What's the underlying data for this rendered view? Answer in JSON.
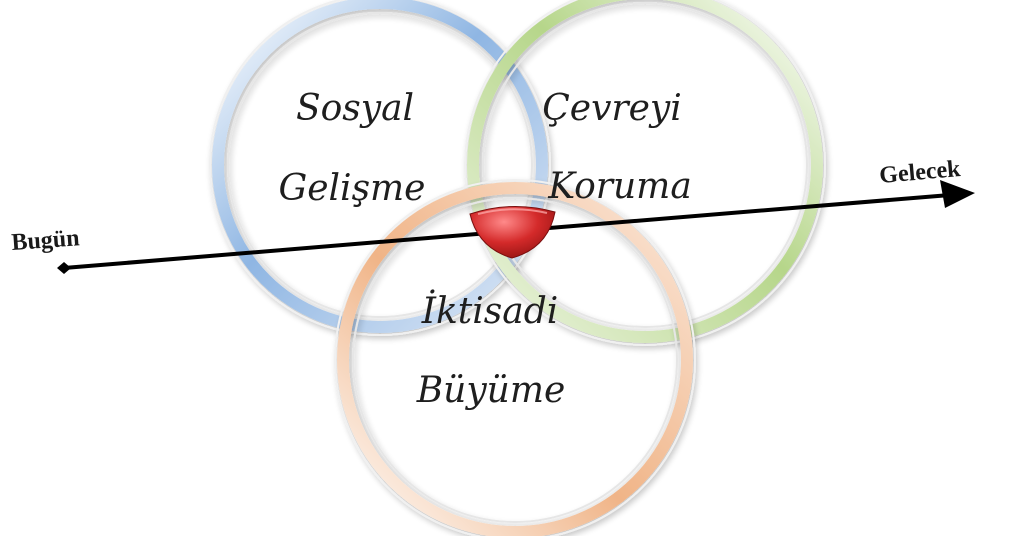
{
  "circles": {
    "social": {
      "line1": "Sosyal",
      "line2": "Gelişme",
      "color": "#7ea6d8"
    },
    "environment": {
      "line1": "Çevreyi",
      "line2": "Koruma",
      "color": "#a8cc7a"
    },
    "economic": {
      "line1": "İktisadi",
      "line2": "Büyüme",
      "color": "#eaa77a"
    }
  },
  "timeline": {
    "start_label": "Bugün",
    "end_label": "Gelecek",
    "line_color": "#000000"
  },
  "center_marker": {
    "color": "#d42a2a"
  }
}
